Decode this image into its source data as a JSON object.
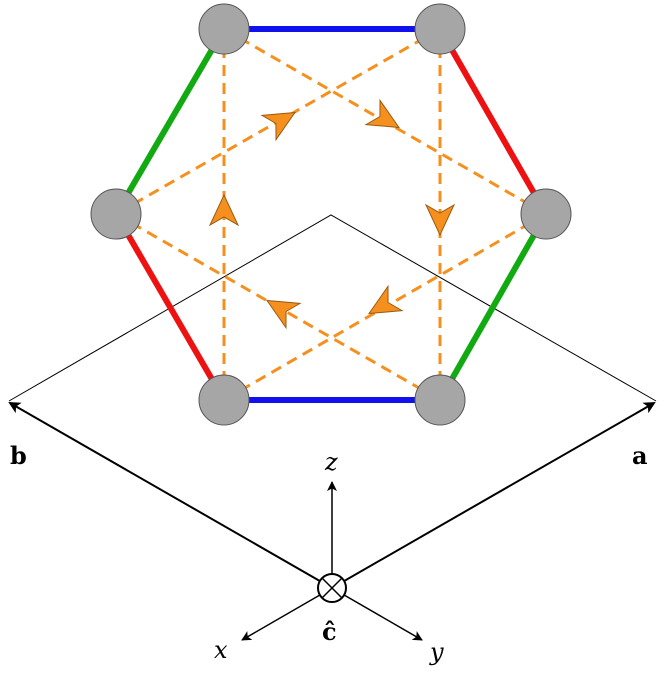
{
  "labels": {
    "a": "a",
    "b": "b",
    "c_hat": "ĉ",
    "x": "x",
    "y": "y",
    "z": "z"
  },
  "colors": {
    "bond_x": "#ee1111",
    "bond_y": "#11aa11",
    "bond_z": "#1111ee",
    "hopping": "#f5901e",
    "site_fill": "#a6a6a6",
    "site_stroke": "#555555",
    "lattice_vectors": "#000000"
  }
}
